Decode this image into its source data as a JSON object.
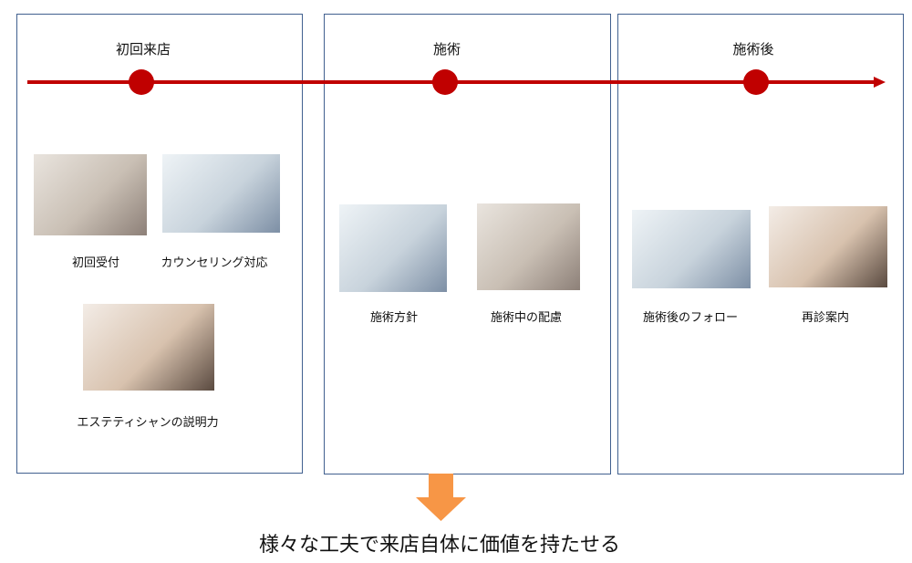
{
  "stages": [
    {
      "title": "初回来店",
      "items": [
        "初回受付",
        "カウンセリング対応",
        "エステティシャンの説明力"
      ]
    },
    {
      "title": "施術",
      "items": [
        "施術方針",
        "施術中の配慮"
      ]
    },
    {
      "title": "施術後",
      "items": [
        "施術後のフォロー",
        "再診案内"
      ]
    }
  ],
  "conclusion": "様々な工夫で来店自体に価値を持たせる",
  "colors": {
    "timeline": "#c00000",
    "arrow": "#f79646",
    "border": "#41608f"
  }
}
